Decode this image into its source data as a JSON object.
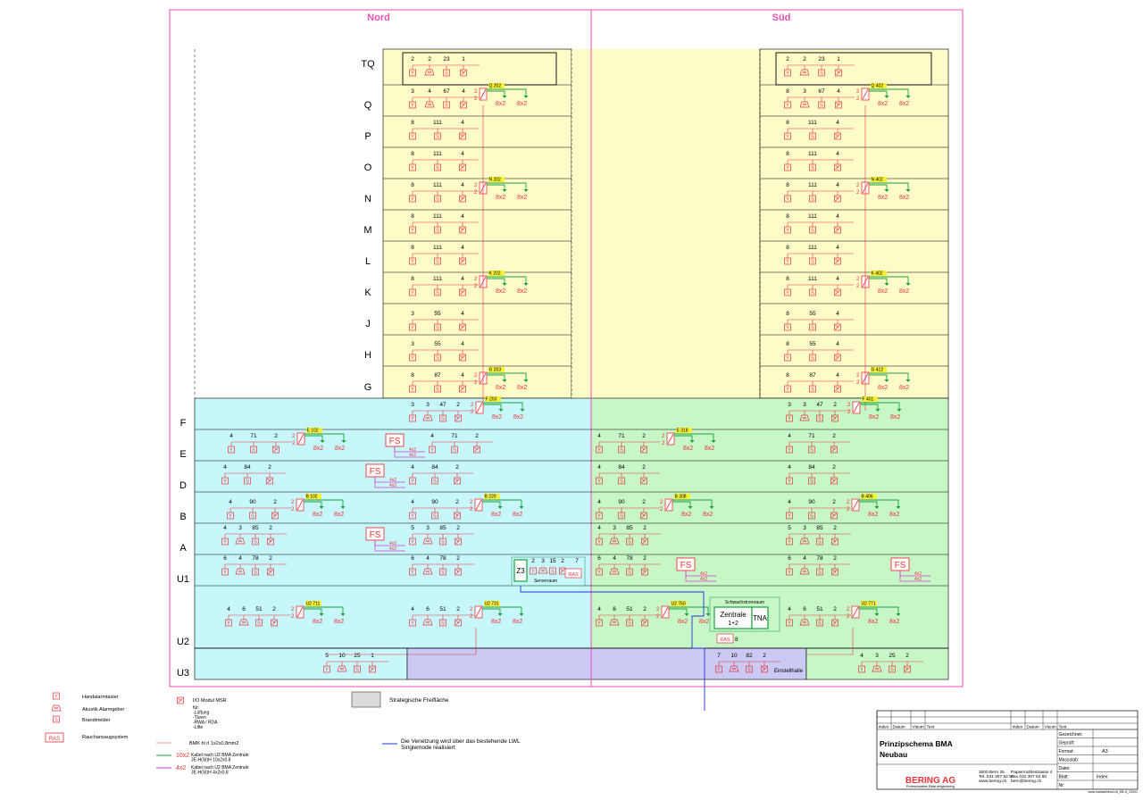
{
  "sections": {
    "nord": "Nord",
    "sud": "Süd"
  },
  "floors": [
    "TQ",
    "Q",
    "P",
    "O",
    "N",
    "M",
    "L",
    "K",
    "J",
    "H",
    "G",
    "F",
    "E",
    "D",
    "B",
    "A",
    "U1",
    "U2",
    "U3"
  ],
  "north_tower": [
    {
      "floor": "TQ",
      "counts": [
        "2",
        "2",
        "23",
        "1"
      ],
      "types": [
        "h",
        "a",
        "b",
        "m"
      ]
    },
    {
      "floor": "Q",
      "counts": [
        "3",
        "4",
        "67",
        "4"
      ],
      "types": [
        "h",
        "a",
        "b",
        "m"
      ],
      "panel": "Q 202"
    },
    {
      "floor": "P",
      "counts": [
        "8",
        "111",
        "4"
      ],
      "types": [
        "h",
        "b",
        "m"
      ]
    },
    {
      "floor": "O",
      "counts": [
        "8",
        "111",
        "4"
      ],
      "types": [
        "h",
        "b",
        "m"
      ]
    },
    {
      "floor": "N",
      "counts": [
        "8",
        "111",
        "4"
      ],
      "types": [
        "h",
        "b",
        "m"
      ],
      "panel": "N 202"
    },
    {
      "floor": "M",
      "counts": [
        "8",
        "111",
        "4"
      ],
      "types": [
        "h",
        "b",
        "m"
      ]
    },
    {
      "floor": "L",
      "counts": [
        "8",
        "111",
        "4"
      ],
      "types": [
        "h",
        "b",
        "m"
      ]
    },
    {
      "floor": "K",
      "counts": [
        "8",
        "111",
        "4"
      ],
      "types": [
        "h",
        "b",
        "m"
      ],
      "panel": "K 202"
    },
    {
      "floor": "J",
      "counts": [
        "3",
        "55",
        "4"
      ],
      "types": [
        "h",
        "b",
        "m"
      ]
    },
    {
      "floor": "H",
      "counts": [
        "3",
        "55",
        "4"
      ],
      "types": [
        "h",
        "b",
        "m"
      ]
    },
    {
      "floor": "G",
      "counts": [
        "8",
        "87",
        "4"
      ],
      "types": [
        "h",
        "b",
        "m"
      ],
      "panel": "G 203"
    }
  ],
  "south_tower": [
    {
      "floor": "TQ",
      "counts": [
        "2",
        "2",
        "23",
        "1"
      ],
      "types": [
        "h",
        "a",
        "b",
        "m"
      ]
    },
    {
      "floor": "Q",
      "counts": [
        "8",
        "3",
        "67",
        "4"
      ],
      "types": [
        "h",
        "a",
        "b",
        "m"
      ],
      "panel": "Q 402"
    },
    {
      "floor": "P",
      "counts": [
        "8",
        "111",
        "4"
      ],
      "types": [
        "h",
        "b",
        "m"
      ]
    },
    {
      "floor": "O",
      "counts": [
        "8",
        "111",
        "4"
      ],
      "types": [
        "h",
        "b",
        "m"
      ]
    },
    {
      "floor": "N",
      "counts": [
        "8",
        "111",
        "4"
      ],
      "types": [
        "h",
        "b",
        "m"
      ],
      "panel": "N 402"
    },
    {
      "floor": "M",
      "counts": [
        "8",
        "111",
        "4"
      ],
      "types": [
        "h",
        "b",
        "m"
      ]
    },
    {
      "floor": "L",
      "counts": [
        "8",
        "111",
        "4"
      ],
      "types": [
        "h",
        "b",
        "m"
      ]
    },
    {
      "floor": "K",
      "counts": [
        "8",
        "111",
        "4"
      ],
      "types": [
        "h",
        "b",
        "m"
      ],
      "panel": "K 402"
    },
    {
      "floor": "J",
      "counts": [
        "8",
        "55",
        "4"
      ],
      "types": [
        "h",
        "b",
        "m"
      ]
    },
    {
      "floor": "H",
      "counts": [
        "8",
        "55",
        "4"
      ],
      "types": [
        "h",
        "b",
        "m"
      ]
    },
    {
      "floor": "G",
      "counts": [
        "8",
        "87",
        "4"
      ],
      "types": [
        "h",
        "b",
        "m"
      ],
      "panel": "G 412"
    }
  ],
  "base_groups": [
    {
      "id": "nw-E",
      "counts": [
        "4",
        "71",
        "2"
      ],
      "types": [
        "h",
        "b",
        "m"
      ],
      "panel": "E 102"
    },
    {
      "id": "nw-D",
      "counts": [
        "4",
        "84",
        "2"
      ],
      "types": [
        "h",
        "b",
        "m"
      ]
    },
    {
      "id": "nw-B",
      "counts": [
        "4",
        "90",
        "2"
      ],
      "types": [
        "h",
        "b",
        "m"
      ],
      "panel": "B 102"
    },
    {
      "id": "nw-A",
      "counts": [
        "4",
        "3",
        "85",
        "2"
      ],
      "types": [
        "h",
        "a",
        "b",
        "m"
      ]
    },
    {
      "id": "nw-U1",
      "counts": [
        "6",
        "4",
        "78",
        "2"
      ],
      "types": [
        "h",
        "a",
        "b",
        "m"
      ]
    },
    {
      "id": "nw-U2",
      "counts": [
        "4",
        "6",
        "51",
        "2"
      ],
      "types": [
        "h",
        "a",
        "b",
        "m"
      ],
      "panel": "U2 711"
    },
    {
      "id": "nc-F",
      "counts": [
        "3",
        "3",
        "47",
        "2"
      ],
      "types": [
        "h",
        "a",
        "b",
        "m"
      ],
      "panel": "F 203"
    },
    {
      "id": "nc-E",
      "counts": [
        "4",
        "71",
        "2"
      ],
      "types": [
        "h",
        "b",
        "m"
      ]
    },
    {
      "id": "nc-D",
      "counts": [
        "4",
        "84",
        "2"
      ],
      "types": [
        "h",
        "b",
        "m"
      ]
    },
    {
      "id": "nc-B",
      "counts": [
        "4",
        "90",
        "2"
      ],
      "types": [
        "h",
        "b",
        "m"
      ],
      "panel": "B 220"
    },
    {
      "id": "nc-A",
      "counts": [
        "5",
        "3",
        "85",
        "2"
      ],
      "types": [
        "h",
        "a",
        "b",
        "m"
      ]
    },
    {
      "id": "nc-U1",
      "counts": [
        "6",
        "4",
        "78",
        "2"
      ],
      "types": [
        "h",
        "a",
        "b",
        "m"
      ]
    },
    {
      "id": "nc-U2",
      "counts": [
        "4",
        "6",
        "51",
        "2"
      ],
      "types": [
        "h",
        "a",
        "b",
        "m"
      ],
      "panel": "U2 731"
    },
    {
      "id": "sw-E",
      "counts": [
        "4",
        "71",
        "2"
      ],
      "types": [
        "h",
        "b",
        "m"
      ],
      "panel": "E 318"
    },
    {
      "id": "sw-D",
      "counts": [
        "4",
        "84",
        "2"
      ],
      "types": [
        "h",
        "b",
        "m"
      ]
    },
    {
      "id": "sw-B",
      "counts": [
        "4",
        "90",
        "2"
      ],
      "types": [
        "h",
        "b",
        "m"
      ],
      "panel": "B 308"
    },
    {
      "id": "sw-A",
      "counts": [
        "4",
        "3",
        "85",
        "2"
      ],
      "types": [
        "h",
        "a",
        "b",
        "m"
      ]
    },
    {
      "id": "sw-U1",
      "counts": [
        "6",
        "4",
        "78",
        "2"
      ],
      "types": [
        "h",
        "a",
        "b",
        "m"
      ]
    },
    {
      "id": "sw-U2",
      "counts": [
        "4",
        "6",
        "51",
        "2"
      ],
      "types": [
        "h",
        "a",
        "b",
        "m"
      ],
      "panel": "U2 750"
    },
    {
      "id": "se-F",
      "counts": [
        "3",
        "3",
        "47",
        "2"
      ],
      "types": [
        "h",
        "a",
        "b",
        "m"
      ],
      "panel": "F 401"
    },
    {
      "id": "se-E",
      "counts": [
        "4",
        "71",
        "2"
      ],
      "types": [
        "h",
        "b",
        "m"
      ]
    },
    {
      "id": "se-D",
      "counts": [
        "4",
        "84",
        "2"
      ],
      "types": [
        "h",
        "b",
        "m"
      ]
    },
    {
      "id": "se-B",
      "counts": [
        "4",
        "90",
        "2"
      ],
      "types": [
        "h",
        "b",
        "m"
      ],
      "panel": "B 406"
    },
    {
      "id": "se-A",
      "counts": [
        "5",
        "3",
        "85",
        "2"
      ],
      "types": [
        "h",
        "a",
        "b",
        "m"
      ]
    },
    {
      "id": "se-U1",
      "counts": [
        "6",
        "4",
        "78",
        "2"
      ],
      "types": [
        "h",
        "a",
        "b",
        "m"
      ]
    },
    {
      "id": "se-U2",
      "counts": [
        "4",
        "6",
        "51",
        "2"
      ],
      "types": [
        "h",
        "a",
        "b",
        "m"
      ],
      "panel": "U2 771"
    },
    {
      "id": "u3-n",
      "counts": [
        "5",
        "10",
        "25",
        "1"
      ],
      "types": [
        "h",
        "a",
        "b",
        "m"
      ]
    },
    {
      "id": "u3-s",
      "counts": [
        "7",
        "10",
        "82",
        "2"
      ],
      "types": [
        "h",
        "a",
        "b",
        "m"
      ]
    },
    {
      "id": "u3-se",
      "counts": [
        "4",
        "3",
        "25",
        "2"
      ],
      "types": [
        "h",
        "a",
        "b",
        "m"
      ]
    }
  ],
  "server_room": {
    "counts": [
      "2",
      "3",
      "15",
      "2",
      "7"
    ],
    "zone": "Z3",
    "label": "Serverraum",
    "ras": "RAS"
  },
  "central": {
    "room": "Schwachstromraum",
    "zentrale": "Zentrale",
    "zentrale_sub": "1+2",
    "tna": "TNA",
    "ras": "RAS",
    "ras_count": "8"
  },
  "einstellhalle": "Einstellhalle",
  "cable_labels": {
    "red_num": "1",
    "red_num2": "2",
    "green": "8x2",
    "magenta": "4x2"
  },
  "fs_label": "FS",
  "legend": {
    "handalarm": "Handalarmtaster",
    "akustik": "Akustik Alarmgeber",
    "brand": "Brandmelder",
    "ras": "Rauchansaugsystem",
    "ras_box": "RAS",
    "io_title": "I/O Modul MSR",
    "io_lines": [
      "für:",
      "-Lüftung",
      "-Türen",
      "-RWA / RDA",
      "-Lifte"
    ],
    "strat": "Strategische Freifläche",
    "bmk": "BMK hl rl 1x2x0.8mm2",
    "k10_num": "10x2",
    "k10_lines": [
      "Kabel nach U2  BMA Zentrale",
      "JE-H(St)H 10x2x0.8"
    ],
    "k4_num": "4x2",
    "k4_lines": [
      "Kabel nach U2  BMA Zentrale",
      "JE-H(St)H 4x2x0.8"
    ],
    "lwl_lines": [
      "Die Venetzung wird über das bestehende LWL",
      "Singlemode realisiert"
    ]
  },
  "title_block": {
    "header_cols": [
      "Index",
      "Datum",
      "Visum",
      "Text",
      "Index",
      "Datum",
      "Visum",
      "Text"
    ],
    "title": "Prinzipschema BMA",
    "subtitle": "Neubau",
    "fields": [
      "Gezeichnet:",
      "Geprüft:",
      "Format:",
      "Massstab:",
      "Datei:",
      "Blatt:",
      "Nr:"
    ],
    "format_value": "A3",
    "index_label": "Index:",
    "company": "BERING AG",
    "company_sub": "Professionelles Elektroengineering",
    "addr_left": [
      "3000 Bern 25",
      "Tel. 031  307 52 52",
      "www.bering.ch"
    ],
    "addr_right": [
      "Papiermühlestrasse 4",
      "Fax 031  307 52 60",
      "bern@bering.ch"
    ],
    "file": "www.maraschema.ch_EB-G_23001"
  },
  "colors": {
    "red": "#e8343a",
    "green": "#1aa23a",
    "magenta": "#d63bd6",
    "pink": "#ee4fb3",
    "blue": "#2233dd",
    "yellow": "#fdfbc8",
    "cyan": "#c8f7fb",
    "lgreen": "#c7f6c7",
    "violet": "#cacaf4",
    "tag": "#f6f233"
  }
}
